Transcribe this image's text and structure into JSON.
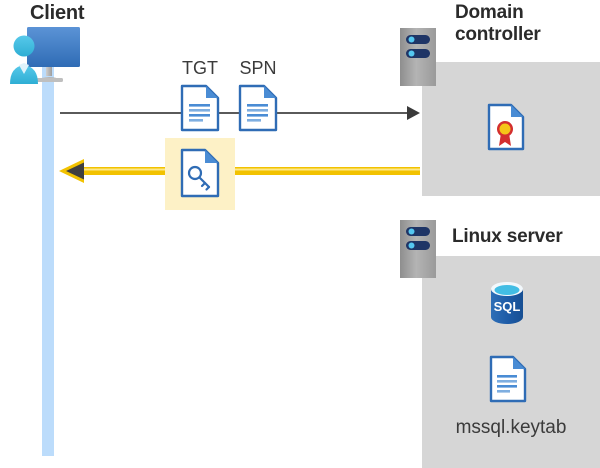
{
  "diagram": {
    "title_client": "Client",
    "title_domain_controller": "Domain controller",
    "title_linux_server": "Linux server",
    "tokens": [
      {
        "label": "TGT",
        "icon": "document-icon"
      },
      {
        "label": "SPN",
        "icon": "document-icon"
      }
    ],
    "ticket": {
      "icon": "key-document-icon",
      "highlight_color": "#fdf1c6"
    },
    "arrows": [
      {
        "name": "request",
        "direction": "right",
        "color": "#5a5a5a",
        "from": "Client",
        "to": "Domain controller"
      },
      {
        "name": "response",
        "direction": "left",
        "color": "#f2c200",
        "from": "Domain controller",
        "to": "Client"
      }
    ],
    "domain_controller": {
      "items": [
        {
          "icon": "certificate-icon",
          "label": ""
        }
      ]
    },
    "linux_server": {
      "items": [
        {
          "icon": "sql-database-icon",
          "label": "SQL"
        },
        {
          "icon": "document-icon",
          "label": "mssql.keytab"
        }
      ],
      "keytab_filename": "mssql.keytab",
      "sql_label": "SQL"
    },
    "colors": {
      "panel_gray": "#d6d6d6",
      "lifeline_blue": "#bcdcfb",
      "accent_yellow": "#f2c200",
      "doc_blue": "#3f78c0",
      "title_gray": "#2b2b2b"
    }
  }
}
